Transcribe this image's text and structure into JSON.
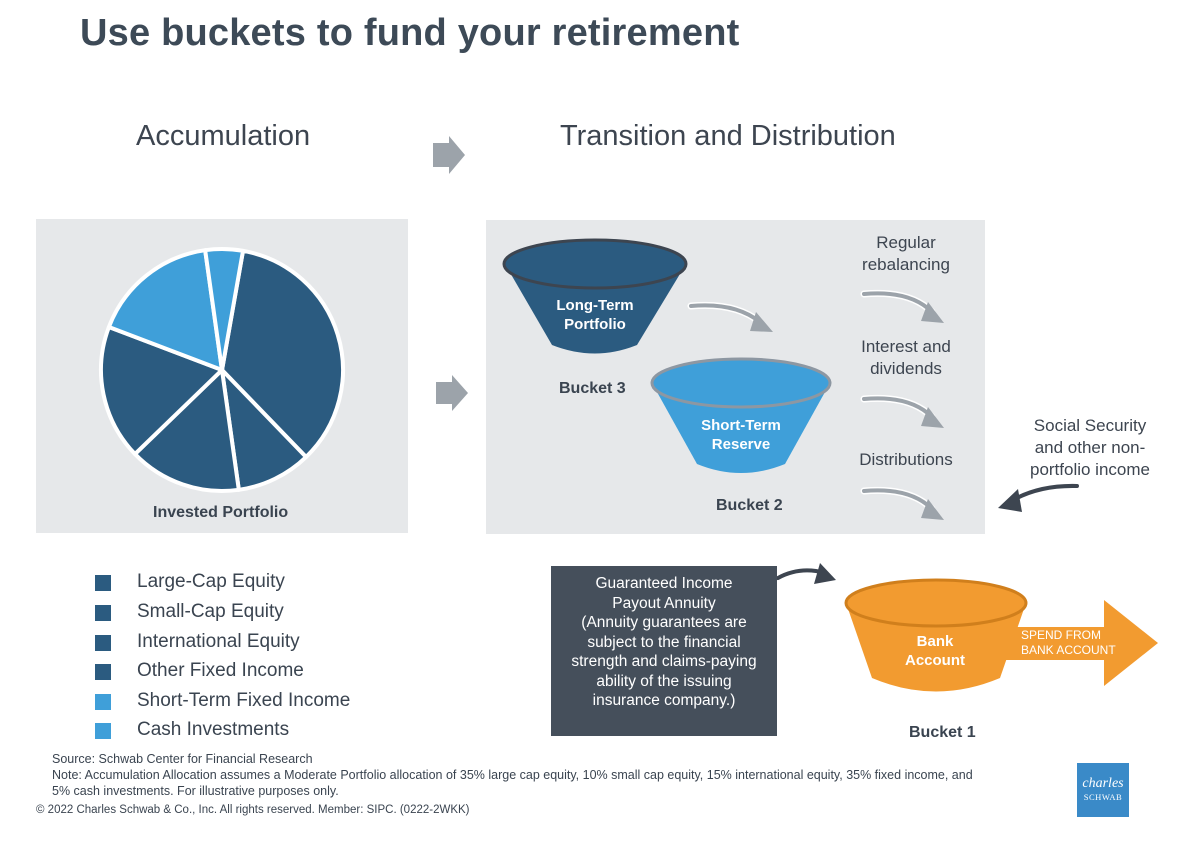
{
  "title": "Use buckets to fund your retirement",
  "phases": {
    "accumulation": "Accumulation",
    "transition": "Transition and Distribution"
  },
  "pie": {
    "label": "Invested Portfolio",
    "slices": [
      {
        "name": "Large-Cap Equity",
        "percent": 35,
        "color": "#2b5b80"
      },
      {
        "name": "Small-Cap Equity",
        "percent": 10,
        "color": "#2b5b80"
      },
      {
        "name": "International Equity",
        "percent": 15,
        "color": "#2b5b80"
      },
      {
        "name": "Other Fixed Income",
        "percent": 18,
        "color": "#2b5b80"
      },
      {
        "name": "Short-Term Fixed Income",
        "percent": 17,
        "color": "#3f9fd9"
      },
      {
        "name": "Cash Investments",
        "percent": 5,
        "color": "#3f9fd9"
      }
    ]
  },
  "legend": [
    {
      "label": "Large-Cap Equity",
      "color": "#2b5b80"
    },
    {
      "label": "Small-Cap Equity",
      "color": "#2b5b80"
    },
    {
      "label": "International Equity",
      "color": "#2b5b80"
    },
    {
      "label": "Other Fixed Income",
      "color": "#2b5b80"
    },
    {
      "label": "Short-Term Fixed Income",
      "color": "#3f9fd9"
    },
    {
      "label": "Cash Investments",
      "color": "#3f9fd9"
    }
  ],
  "buckets": {
    "bucket3": {
      "line1": "Long-Term",
      "line2": "Portfolio",
      "label": "Bucket 3",
      "color": "#2b5b80"
    },
    "bucket2": {
      "line1": "Short-Term",
      "line2": "Reserve",
      "label": "Bucket 2",
      "color": "#3f9fd9"
    },
    "bucket1": {
      "line1": "Bank",
      "line2": "Account",
      "label": "Bucket 1",
      "color": "#f29b30"
    }
  },
  "flows": {
    "rebalancing": {
      "line1": "Regular",
      "line2": "rebalancing"
    },
    "interest": {
      "line1": "Interest and",
      "line2": "dividends"
    },
    "distributions": {
      "line1": "Distributions"
    },
    "social_security": {
      "line1": "Social Security",
      "line2": "and other non-",
      "line3": "portfolio income"
    }
  },
  "annuity": {
    "lines": [
      "Guaranteed Income",
      "Payout Annuity",
      "(Annuity guarantees are",
      "subject to the financial",
      "strength and claims-paying",
      "ability of the issuing",
      "insurance company.)"
    ]
  },
  "spend": {
    "line1": "SPEND FROM",
    "line2": "BANK ACCOUNT"
  },
  "footer": {
    "source": "Source: Schwab Center for Financial Research",
    "note1": "Note: Accumulation Allocation assumes a Moderate Portfolio allocation of 35% large cap equity, 10% small cap equity, 15% international equity, 35% fixed income, and",
    "note2": "5% cash investments.  For illustrative purposes only.",
    "copyright": "© 2022 Charles Schwab & Co., Inc. All rights reserved. Member: SIPC. (0222-2WKK)"
  },
  "logo": {
    "line1": "charles",
    "line2": "SCHWAB"
  },
  "colors": {
    "dark_blue": "#2b5b80",
    "light_blue": "#3f9fd9",
    "orange": "#f29b30",
    "panel_gray": "#e6e8ea",
    "arrow_gray": "#9ca3aa",
    "annuity_box": "#454f5b"
  }
}
